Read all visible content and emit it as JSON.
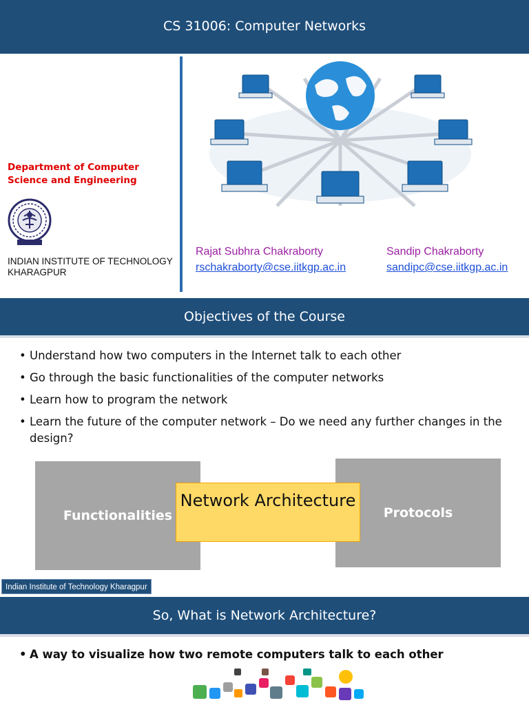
{
  "slide1": {
    "title": "CS 31006: Computer Networks",
    "department": "Department of Computer Science and Engineering",
    "institute": "INDIAN INSTITUTE OF TECHNOLOGY KHARAGPUR",
    "instructors": [
      {
        "name": "Rajat Subhra Chakraborty",
        "email": "rschakraborty@cse.iitkgp.ac.in"
      },
      {
        "name": "Sandip Chakraborty",
        "email": "sandipc@cse.iitkgp.ac.in"
      }
    ]
  },
  "slide2": {
    "title": "Objectives of the Course",
    "bullets": [
      "Understand how two computers in the Internet talk to each other",
      "Go through the basic functionalities of the computer networks",
      "Learn how to program the network",
      "Learn the future of the computer network – Do we need any further changes in the design?"
    ],
    "diagram": {
      "left": "Functionalities",
      "center": "Network Architecture",
      "right": "Protocols"
    },
    "footer": "Indian Institute of Technology Kharagpur"
  },
  "slide3": {
    "title": "So, What is Network Architecture?",
    "bullet": "A way to visualize how two remote computers talk to each other"
  },
  "colors": {
    "title_bar": "#1f4e79",
    "department_text": "#e00000",
    "instructor_name": "#9b1fa3",
    "email_link": "#1d4fd8",
    "diagram_gray": "#a6a6a6",
    "diagram_center": "#ffd966"
  },
  "icons": [
    "iit-kharagpur-logo",
    "networked-globe-laptops-image",
    "app-icons-cloud-image"
  ]
}
